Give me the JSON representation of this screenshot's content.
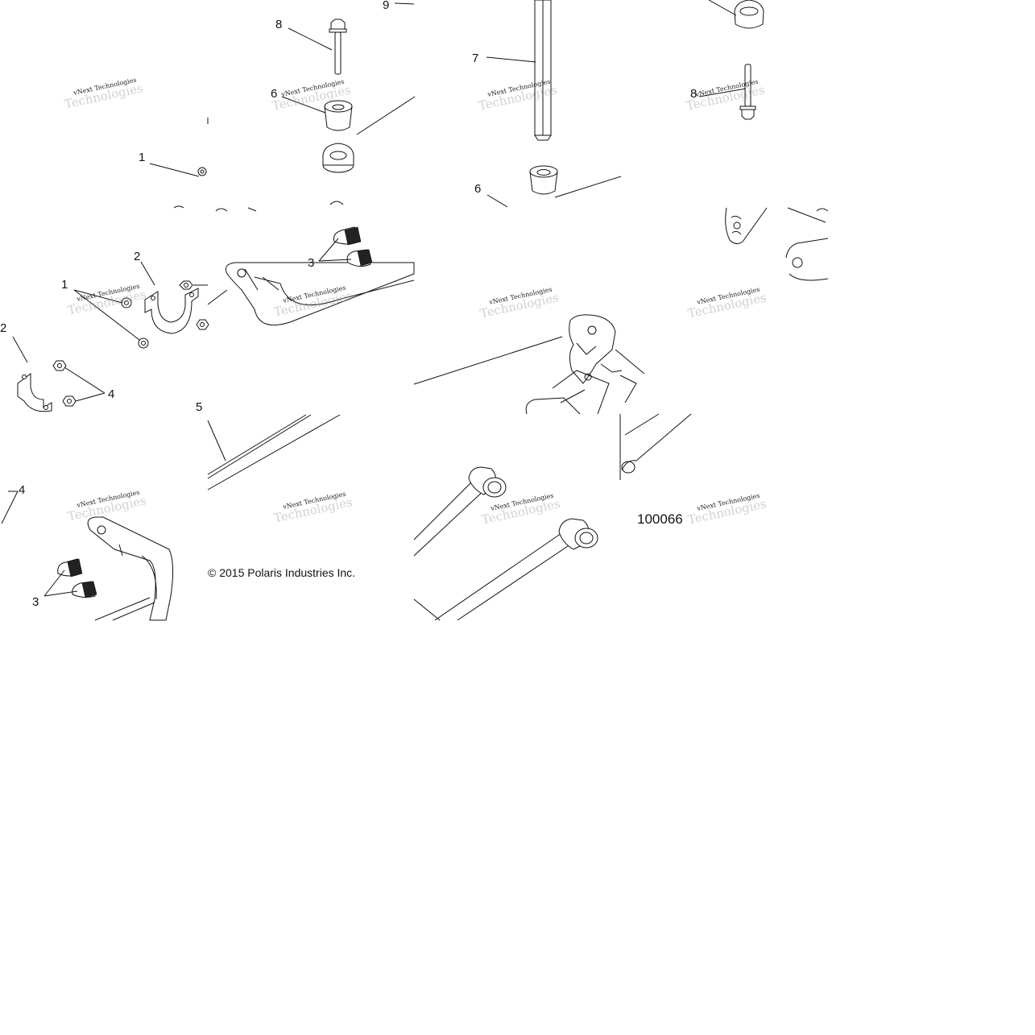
{
  "copyright": "© 2015 Polaris Industries Inc.",
  "diagram_id": "100066",
  "watermark": {
    "line1": "vNext Technologies",
    "line2": "Technologies"
  },
  "callouts": {
    "c9": "9",
    "c8a": "8",
    "c7": "7",
    "c6a": "6",
    "c8b": "8",
    "c1a": "1",
    "c6b": "6",
    "c2a": "2",
    "c1b": "1",
    "c3a": "3",
    "c2b": "2",
    "c4a": "4",
    "c5": "5",
    "c4b": "4",
    "c3b": "3"
  }
}
